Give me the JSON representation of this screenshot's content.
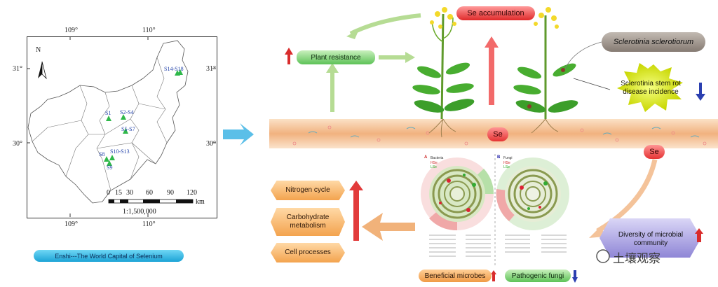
{
  "map": {
    "lon_top": [
      "109°",
      "110°"
    ],
    "lon_bottom": [
      "109°",
      "110°"
    ],
    "lat_left": [
      "31°",
      "30°"
    ],
    "lat_right": [
      "31°",
      "30°"
    ],
    "north": "N",
    "sites": [
      "S14-S18",
      "S1",
      "S2-S4",
      "S5-S7",
      "S8",
      "S10-S13",
      "S9"
    ],
    "scale_ticks": [
      "0",
      "15",
      "30",
      "60",
      "90",
      "120"
    ],
    "scale_unit": "km",
    "scale_ratio": "1:1,500,000",
    "caption": "Enshi---The World Capital of Selenium",
    "site_color": "#2fb84a"
  },
  "diagram": {
    "se_accumulation": "Se accumulation",
    "plant_resistance": "Plant resistance",
    "pathogen": "Sclerotinia sclerotiorum",
    "disease": "Sclerotinia stem rot disease incidence",
    "se_soil": "Se",
    "se_side": "Se",
    "diversity": "Diversity of microbial community",
    "functions": [
      "Nitrogen cycle",
      "Carbohydrate metabolism",
      "Cell processes"
    ],
    "beneficial": "Beneficial microbes",
    "pathogenic": "Pathogenic fungi",
    "panel_a": {
      "letter": "A",
      "title": "Bacteria",
      "legend": [
        "HSe",
        "LSe"
      ]
    },
    "panel_b": {
      "letter": "B",
      "title": "Fungi",
      "legend": [
        "HSe",
        "LSe"
      ]
    },
    "colors": {
      "up": "#e23b3b",
      "down": "#2b3fb0",
      "green_arrow": "#9fd27a",
      "orange_arrow": "#f1b27a"
    }
  },
  "watermark": "土壤观察"
}
